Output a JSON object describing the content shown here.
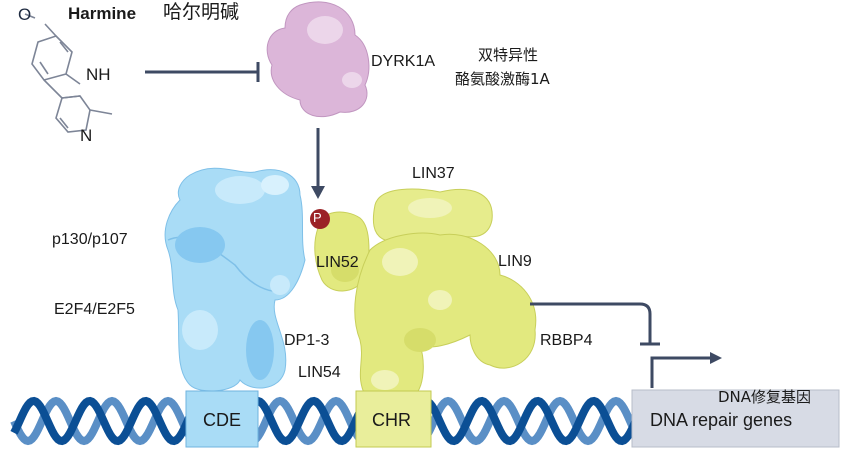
{
  "drug": {
    "name": "Harmine",
    "name_cn": "哈尔明碱",
    "atom_o": "O",
    "atom_nh": "NH",
    "atom_n": "N"
  },
  "kinase": {
    "name": "DYRK1A",
    "name_cn_line1": "双特异性",
    "name_cn_line2": "酪氨酸激酶1A"
  },
  "phospho": "P",
  "complex": {
    "p130": "p130/p107",
    "e2f": "E2F4/E2F5",
    "dp": "DP1-3",
    "lin54": "LIN54",
    "lin52": "LIN52",
    "lin37": "LIN37",
    "lin9": "LIN9",
    "rbbp4": "RBBP4"
  },
  "dna": {
    "cde": "CDE",
    "chr": "CHR",
    "genes": "DNA repair genes",
    "genes_cn": "DNA修复基因"
  },
  "colors": {
    "arrow": "#3e4a63",
    "blue": "#a9dcf6",
    "yellow": "#e2e97f",
    "purple": "#dcb6d9",
    "dna_dark": "#0b4f95",
    "dna_light": "#5a8fc6",
    "phospho": "#9b2226",
    "gene_box": "#d7dbe5"
  }
}
